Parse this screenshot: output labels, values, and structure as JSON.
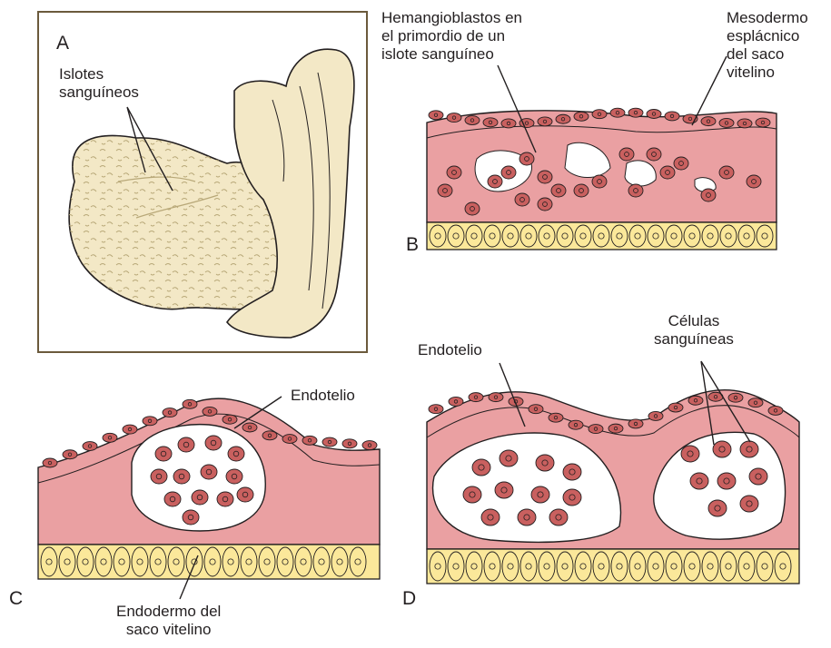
{
  "panels": {
    "a": "A",
    "b": "B",
    "c": "C",
    "d": "D"
  },
  "labels": {
    "islotes": "Islotes\nsanguíneos",
    "hemangioblastos": "Hemangioblastos en\nel primordio de un\nislote sanguíneo",
    "mesodermo": "Mesodermo\nesplácnico\ndel saco\nvitelino",
    "endotelio_c": "Endotelio",
    "endodermo": "Endodermo del\nsaco vitelino",
    "endotelio_d": "Endotelio",
    "celulas": "Células\nsanguíneas"
  },
  "colors": {
    "mesoderm": "#eaa0a2",
    "cell": "#c9605f",
    "endoderm": "#fbe89a",
    "yolk_sac": "#f3e8c6",
    "outline": "#231f20"
  }
}
